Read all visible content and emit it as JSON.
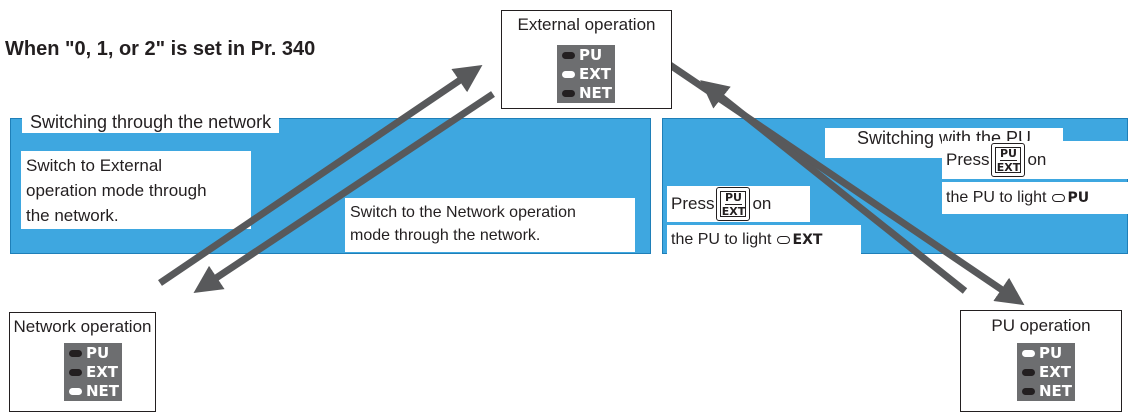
{
  "heading": "When \"0, 1, or 2\" is set in Pr. 340",
  "modes": {
    "external": {
      "title": "External operation",
      "leds": [
        {
          "label": "PU",
          "on": false
        },
        {
          "label": "EXT",
          "on": true
        },
        {
          "label": "NET",
          "on": false
        }
      ]
    },
    "network": {
      "title": "Network operation",
      "leds": [
        {
          "label": "PU",
          "on": false
        },
        {
          "label": "EXT",
          "on": false
        },
        {
          "label": "NET",
          "on": true
        }
      ]
    },
    "pu": {
      "title": "PU operation",
      "leds": [
        {
          "label": "PU",
          "on": true
        },
        {
          "label": "EXT",
          "on": false
        },
        {
          "label": "NET",
          "on": false
        }
      ]
    }
  },
  "network_band": {
    "title": "Switching through the network",
    "to_external": [
      "Switch to External",
      "operation mode through",
      "the network."
    ],
    "to_network": [
      "Switch to the Network operation",
      "mode through the network."
    ]
  },
  "pu_band": {
    "title": "Switching with the PU",
    "key": {
      "top": "PU",
      "bottom": "EXT"
    },
    "press": "Press",
    "on": "on",
    "to_pu_line2": "the PU to light",
    "to_pu_led": "PU",
    "to_ext_line2": "the PU to light",
    "to_ext_led": "EXT"
  },
  "colors": {
    "band": "#3ea7e0",
    "arrow": "#58595b",
    "led_panel": "#6d6e70"
  }
}
